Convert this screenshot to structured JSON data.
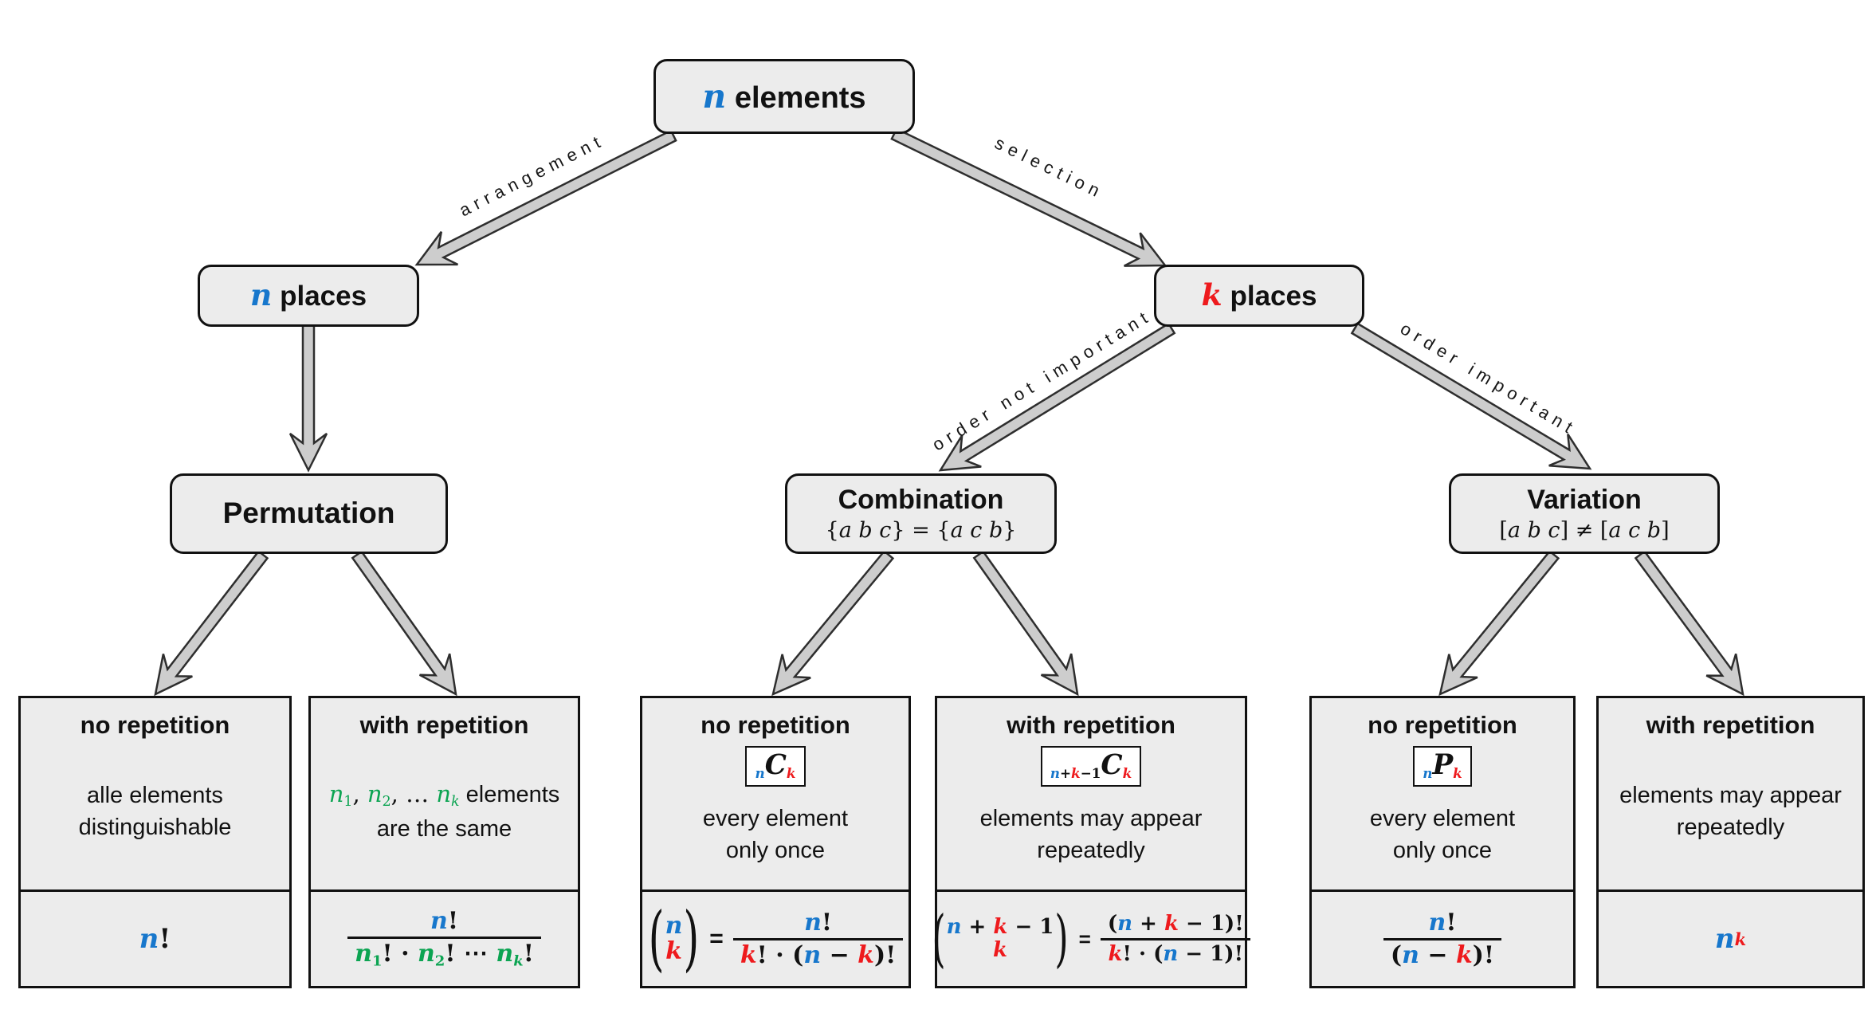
{
  "colors": {
    "blue": "#1777cc",
    "red": "#ee1a1d",
    "green": "#0ca452",
    "boxfill": "#ececec",
    "line": "#111111",
    "arrow_fill": "#cdcdcd",
    "arrow_stroke": "#2e2e2e"
  },
  "nodes": {
    "root": {
      "tokens": [
        {
          "t": "n",
          "c": "b",
          "i": 1,
          "b": 1
        },
        {
          "t": " elements",
          "f": "s",
          "b": 1
        }
      ]
    },
    "n_places": {
      "tokens": [
        {
          "t": "n",
          "c": "b",
          "i": 1,
          "b": 1
        },
        {
          "t": " places",
          "f": "s",
          "b": 1
        }
      ]
    },
    "k_places": {
      "tokens": [
        {
          "t": "k",
          "c": "r",
          "i": 1,
          "b": 1
        },
        {
          "t": " places",
          "f": "s",
          "b": 1
        }
      ]
    },
    "permutation": {
      "title": [
        {
          "t": "Permutation",
          "f": "s",
          "b": 1
        }
      ]
    },
    "combination": {
      "title": [
        {
          "t": "Combination",
          "f": "s",
          "b": 1
        }
      ],
      "subtitle": [
        {
          "t": "{"
        },
        {
          "t": "a b c",
          "i": 1
        },
        {
          "t": "} = {"
        },
        {
          "t": "a c b",
          "i": 1
        },
        {
          "t": "}"
        }
      ]
    },
    "variation": {
      "title": [
        {
          "t": "Variation",
          "f": "s",
          "b": 1
        }
      ],
      "subtitle": [
        {
          "t": "["
        },
        {
          "t": "a b c",
          "i": 1
        },
        {
          "t": "] ≠ ["
        },
        {
          "t": "a c b",
          "i": 1
        },
        {
          "t": "]"
        }
      ]
    }
  },
  "edges": {
    "arrangement": "arrangement",
    "selection": "selection",
    "order_not_important": "order not important",
    "order_important": "order important"
  },
  "leaves": [
    {
      "heading": "no repetition",
      "desc": [
        [
          {
            "t": "alle elements",
            "f": "s"
          }
        ],
        [
          {
            "t": "distinguishable",
            "f": "s"
          }
        ]
      ],
      "formula": {
        "type": "tokens",
        "tokens": [
          {
            "t": "n",
            "c": "b",
            "i": 1,
            "b": 1
          },
          {
            "t": "!",
            "b": 1
          }
        ]
      }
    },
    {
      "heading": "with repetition",
      "desc": [
        [
          {
            "t": "n",
            "c": "g",
            "i": 1
          },
          {
            "t": "1",
            "c": "g",
            "v": "sub"
          },
          {
            "t": ", "
          },
          {
            "t": "n",
            "c": "g",
            "i": 1
          },
          {
            "t": "2",
            "c": "g",
            "v": "sub"
          },
          {
            "t": ", … "
          },
          {
            "t": "n",
            "c": "g",
            "i": 1
          },
          {
            "t": "k",
            "c": "g",
            "i": 1,
            "v": "sub"
          },
          {
            "t": " elements",
            "f": "s"
          }
        ],
        [
          {
            "t": "are the same",
            "f": "s"
          }
        ]
      ],
      "formula": {
        "type": "frac",
        "num": [
          {
            "t": "n",
            "c": "b",
            "i": 1,
            "b": 1
          },
          {
            "t": "!",
            "b": 1
          }
        ],
        "den": [
          {
            "t": "n",
            "c": "g",
            "i": 1,
            "b": 1
          },
          {
            "t": "1",
            "c": "g",
            "v": "sub",
            "b": 1
          },
          {
            "t": "! · ",
            "b": 1
          },
          {
            "t": "n",
            "c": "g",
            "i": 1,
            "b": 1
          },
          {
            "t": "2",
            "c": "g",
            "v": "sub",
            "b": 1
          },
          {
            "t": "! ⋯ ",
            "b": 1
          },
          {
            "t": "n",
            "c": "g",
            "i": 1,
            "b": 1
          },
          {
            "t": "k",
            "c": "g",
            "i": 1,
            "v": "sub",
            "b": 1
          },
          {
            "t": "!",
            "b": 1
          }
        ]
      }
    },
    {
      "heading": "no repetition",
      "badge": [
        {
          "t": "n",
          "c": "b",
          "i": 1,
          "b": 1,
          "v": "sub"
        },
        {
          "t": "C",
          "i": 1,
          "b": 1
        },
        {
          "t": "k",
          "c": "r",
          "i": 1,
          "b": 1,
          "v": "sub"
        }
      ],
      "desc": [
        [
          {
            "t": "every element",
            "f": "s"
          }
        ],
        [
          {
            "t": "only once",
            "f": "s"
          }
        ]
      ],
      "formula": {
        "type": "row",
        "items": [
          {
            "type": "binom",
            "top": [
              {
                "t": "n",
                "c": "b",
                "i": 1,
                "b": 1
              }
            ],
            "bottom": [
              {
                "t": "k",
                "c": "r",
                "i": 1,
                "b": 1
              }
            ]
          },
          {
            "type": "tokens",
            "tokens": [
              {
                "t": "=",
                "f": "s",
                "b": 1
              }
            ]
          },
          {
            "type": "frac",
            "num": [
              {
                "t": "n",
                "c": "b",
                "i": 1,
                "b": 1
              },
              {
                "t": "!",
                "b": 1
              }
            ],
            "den": [
              {
                "t": "k",
                "c": "r",
                "i": 1,
                "b": 1
              },
              {
                "t": "! · (",
                "b": 1
              },
              {
                "t": "n",
                "c": "b",
                "i": 1,
                "b": 1
              },
              {
                "t": " − ",
                "b": 1
              },
              {
                "t": "k",
                "c": "r",
                "i": 1,
                "b": 1
              },
              {
                "t": ")!",
                "b": 1
              }
            ]
          }
        ]
      }
    },
    {
      "heading": "with repetition",
      "badge": [
        {
          "t": "n",
          "c": "b",
          "i": 1,
          "b": 1,
          "v": "sub"
        },
        {
          "t": "+",
          "v": "sub",
          "b": 1
        },
        {
          "t": "k",
          "c": "r",
          "i": 1,
          "b": 1,
          "v": "sub"
        },
        {
          "t": "−1",
          "v": "sub",
          "b": 1
        },
        {
          "t": "C",
          "i": 1,
          "b": 1
        },
        {
          "t": "k",
          "c": "r",
          "i": 1,
          "b": 1,
          "v": "sub"
        }
      ],
      "desc": [
        [
          {
            "t": "elements may appear",
            "f": "s"
          }
        ],
        [
          {
            "t": "repeatedly",
            "f": "s"
          }
        ]
      ],
      "formula": {
        "type": "row",
        "items": [
          {
            "type": "binom",
            "top": [
              {
                "t": "n",
                "c": "b",
                "i": 1,
                "b": 1
              },
              {
                "t": " + ",
                "b": 1
              },
              {
                "t": "k",
                "c": "r",
                "i": 1,
                "b": 1
              },
              {
                "t": " − 1",
                "b": 1
              }
            ],
            "bottom": [
              {
                "t": "k",
                "c": "r",
                "i": 1,
                "b": 1
              }
            ]
          },
          {
            "type": "tokens",
            "tokens": [
              {
                "t": "=",
                "f": "s",
                "b": 1
              }
            ]
          },
          {
            "type": "frac",
            "num": [
              {
                "t": "(",
                "b": 1
              },
              {
                "t": "n",
                "c": "b",
                "i": 1,
                "b": 1
              },
              {
                "t": " + ",
                "b": 1
              },
              {
                "t": "k",
                "c": "r",
                "i": 1,
                "b": 1
              },
              {
                "t": " − 1)!",
                "b": 1
              }
            ],
            "den": [
              {
                "t": "k",
                "c": "r",
                "i": 1,
                "b": 1
              },
              {
                "t": "! · (",
                "b": 1
              },
              {
                "t": "n",
                "c": "b",
                "i": 1,
                "b": 1
              },
              {
                "t": " − 1)!",
                "b": 1
              }
            ]
          }
        ]
      }
    },
    {
      "heading": "no repetition",
      "badge": [
        {
          "t": "n",
          "c": "b",
          "i": 1,
          "b": 1,
          "v": "sub"
        },
        {
          "t": "P",
          "i": 1,
          "b": 1
        },
        {
          "t": "k",
          "c": "r",
          "i": 1,
          "b": 1,
          "v": "sub"
        }
      ],
      "desc": [
        [
          {
            "t": "every element",
            "f": "s"
          }
        ],
        [
          {
            "t": "only once",
            "f": "s"
          }
        ]
      ],
      "formula": {
        "type": "frac",
        "num": [
          {
            "t": "n",
            "c": "b",
            "i": 1,
            "b": 1
          },
          {
            "t": "!",
            "b": 1
          }
        ],
        "den": [
          {
            "t": "(",
            "b": 1
          },
          {
            "t": "n",
            "c": "b",
            "i": 1,
            "b": 1
          },
          {
            "t": " − ",
            "b": 1
          },
          {
            "t": "k",
            "c": "r",
            "i": 1,
            "b": 1
          },
          {
            "t": ")!",
            "b": 1
          }
        ]
      }
    },
    {
      "heading": "with repetition",
      "desc": [
        [
          {
            "t": "elements may appear",
            "f": "s"
          }
        ],
        [
          {
            "t": "repeatedly",
            "f": "s"
          }
        ]
      ],
      "formula": {
        "type": "tokens",
        "tokens": [
          {
            "t": "n",
            "c": "b",
            "i": 1,
            "b": 1
          },
          {
            "t": "k",
            "c": "r",
            "i": 1,
            "b": 1,
            "v": "sup"
          }
        ]
      }
    }
  ]
}
